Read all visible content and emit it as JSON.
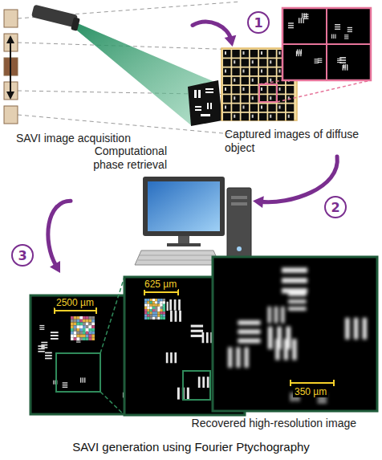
{
  "diagram": {
    "caption": "SAVI generation using Fourier Ptychography",
    "nodes": [
      {
        "text": [
          "SAVI image acquisition"
        ]
      },
      {
        "text": [
          "Captured images of diffuse object"
        ]
      },
      {
        "text": [
          "Computational phase retrieval"
        ]
      },
      {
        "text": [
          "Recovered high-resolution image"
        ]
      }
    ],
    "edges": [
      {
        "from": 0,
        "to": 1,
        "arrow": "to"
      },
      {
        "from": 1,
        "to": 2,
        "arrow": "to"
      },
      {
        "from": 2,
        "to": 3,
        "arrow": "to"
      }
    ],
    "labels": [
      "1",
      "2",
      "3",
      "2500 µm",
      "625 µm",
      "350 µm"
    ]
  }
}
